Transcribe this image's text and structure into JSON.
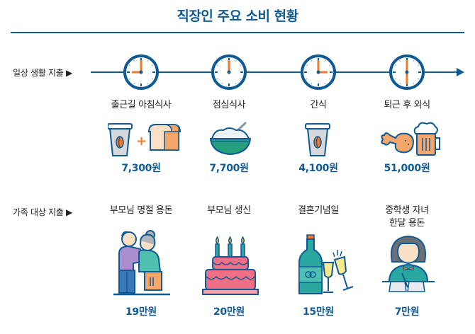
{
  "title": "직장인 주요 소비 현황",
  "colors": {
    "primary": "#0f5a94",
    "accent_orange": "#f07a2a",
    "text": "#222222"
  },
  "daily": {
    "label": "일상 생활 지출 ▶",
    "items": [
      {
        "label": "출근길 아침식사",
        "amount": "7,300원",
        "clock": "9:00",
        "icon": "coffee-and-bread-icon"
      },
      {
        "label": "점심식사",
        "amount": "7,700원",
        "clock": "12:00",
        "icon": "rice-bowl-icon"
      },
      {
        "label": "간식",
        "amount": "4,100원",
        "clock": "3:00",
        "icon": "coffee-cup-icon"
      },
      {
        "label": "퇴근 후 외식",
        "amount": "51,000원",
        "clock": "6:00",
        "icon": "chicken-and-beer-icon"
      }
    ]
  },
  "family": {
    "label": "가족 대상 지출 ▶",
    "items": [
      {
        "label": "부모님 명절 용돈",
        "amount": "19만원",
        "icon": "elderly-couple-icon"
      },
      {
        "label": "부모님 생신",
        "amount": "20만원",
        "icon": "birthday-cake-icon"
      },
      {
        "label": "결혼기념일",
        "amount": "15만원",
        "icon": "champagne-icon"
      },
      {
        "label_line1": "중학생 자녀",
        "label_line2": "한달 용돈",
        "amount": "7만원",
        "icon": "student-icon"
      }
    ]
  }
}
